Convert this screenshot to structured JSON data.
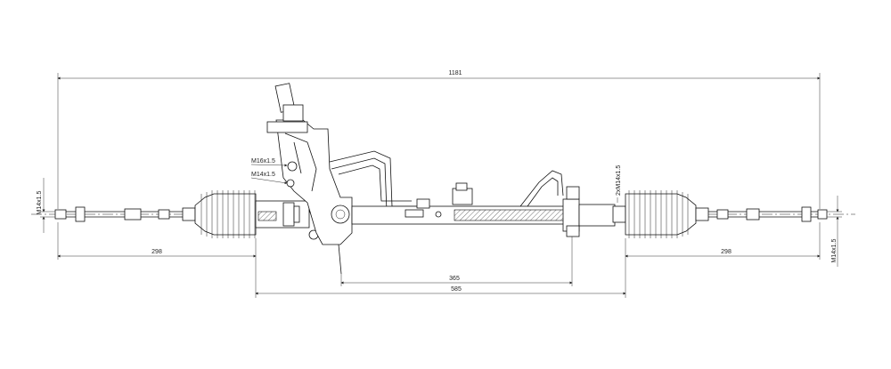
{
  "drawing": {
    "dimensions": {
      "overall_length": "1181",
      "left_tie_rod": "298",
      "right_tie_rod": "298",
      "center_span": "365",
      "mount_span": "585"
    },
    "callouts": {
      "thread_left_end": "M14x1.5",
      "thread_right_end": "M14x1.5",
      "port_pressure": "M16x1.5",
      "port_return": "M14x1.5",
      "thread_mount": "2xM14x1.5"
    }
  }
}
